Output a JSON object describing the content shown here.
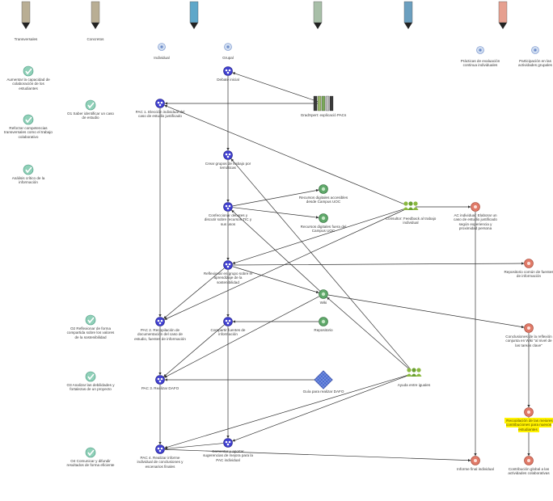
{
  "headers": [
    {
      "id": "h_trans",
      "text": "Transversales",
      "color": "#b9ae94"
    },
    {
      "id": "h_conc",
      "text": "Concretos",
      "color": "#b9ae94"
    },
    {
      "id": "h_ind",
      "text": "Individual",
      "color": "#5fa7c9"
    },
    {
      "id": "h_grup",
      "text": "Grupal",
      "color": "#5fa7c9"
    },
    {
      "id": "h_rec",
      "text": "",
      "color": "#a8bfa8"
    },
    {
      "id": "h_ayu",
      "text": "",
      "color": "#6b9fbf"
    },
    {
      "id": "h_eval1",
      "text": "Prácticas de evaluación continua individuales",
      "color": "#e6a090"
    },
    {
      "id": "h_eval2",
      "text": "Participación en las actividades grupales",
      "color": "#e6a090"
    }
  ],
  "nodes": [
    {
      "id": "t1",
      "kind": "check",
      "label": "Aumentar la capacidad de colaboración de los estudiantes"
    },
    {
      "id": "t2",
      "kind": "check",
      "label": "Reforzar competencias transversales como el trabajo colaborativo"
    },
    {
      "id": "t3",
      "kind": "check",
      "label": "Análisis crítico de la información"
    },
    {
      "id": "c1",
      "kind": "check",
      "label": "O1 Saber identificar un caso de estudio"
    },
    {
      "id": "c2",
      "kind": "check",
      "label": "O2 Reflexionar de forma compartida sobre los valores de la sostenibilidad"
    },
    {
      "id": "c3",
      "kind": "check",
      "label": "O3 Analizar las debilidades y fortalezas de un proyecto"
    },
    {
      "id": "c4",
      "kind": "check",
      "label": "O4 Comunicar y difundir resultados de forma eficiente"
    },
    {
      "id": "a_debate",
      "kind": "act",
      "label": "Debate inicial"
    },
    {
      "id": "a_pac1",
      "kind": "act",
      "label": "PAC 1. Elección individual del caso de estudio justificado"
    },
    {
      "id": "a_grupos",
      "kind": "act",
      "label": "Crear grupos de trabajo por temáticas"
    },
    {
      "id": "a_conf",
      "kind": "act",
      "label": "Confeccionar debates y discutir sobre recursos TIC y sus usos"
    },
    {
      "id": "a_refl",
      "kind": "act",
      "label": "Reflexionar en grupo sobre el aprendizaje de la sostenibilidad"
    },
    {
      "id": "a_pac2",
      "kind": "act",
      "label": "PAC 2. Recopilación de documentación del caso de estudio, fuentes de información"
    },
    {
      "id": "a_comp",
      "kind": "act",
      "label": "Compartir fuentes de información"
    },
    {
      "id": "a_pac3",
      "kind": "act",
      "label": "PAC 3. Realizar DAFO"
    },
    {
      "id": "a_coment",
      "kind": "act",
      "label": "Comentar y aportar sugerencias de mejora para la PAC individual"
    },
    {
      "id": "a_pac4",
      "kind": "act",
      "label": "PAC 4. Realizar informe individual de conclusiones y escenarios finales"
    },
    {
      "id": "r_gradoxert",
      "kind": "books",
      "label": "GradXpert: explicació PACs"
    },
    {
      "id": "r_rdig1",
      "kind": "res",
      "label": "Recursos digitales accesibles desde Campus UOC"
    },
    {
      "id": "r_rdig2",
      "kind": "res",
      "label": "Recursos digitales fuera del Campus UOC"
    },
    {
      "id": "r_wiki",
      "kind": "res",
      "label": "Wiki"
    },
    {
      "id": "r_repos",
      "kind": "res",
      "label": "Repositorio"
    },
    {
      "id": "r_dafo",
      "kind": "grid",
      "label": "Guía para realizar DAFO"
    },
    {
      "id": "g_cons",
      "kind": "people",
      "label": "Consultor: Feedback al trabajo individual"
    },
    {
      "id": "g_ayuda",
      "kind": "people",
      "label": "Ayuda entre iguales"
    },
    {
      "id": "e_ac",
      "kind": "eval",
      "label": "AC individual: Elaborar un caso de estudio justificado según experiencia y proximidad persona"
    },
    {
      "id": "e_repo",
      "kind": "eval",
      "label": "Repositorio común de fuentes de información"
    },
    {
      "id": "e_concl",
      "kind": "eval",
      "label": "Conclusiones de la reflexión conjunta en Wiki “al nivel de las tareas clave”"
    },
    {
      "id": "e_recop",
      "kind": "eval",
      "label": "Recopilación de las mejores contribuciones para nuevos estudiantes",
      "highlight": true
    },
    {
      "id": "e_inf",
      "kind": "eval",
      "label": "Informe final individual"
    },
    {
      "id": "e_contrib",
      "kind": "eval",
      "label": "Contribución global a las actividades colaborativas"
    }
  ],
  "edges": [
    [
      "r_gradoxert",
      "a_debate"
    ],
    [
      "r_gradoxert",
      "a_pac1"
    ],
    [
      "a_debate",
      "a_grupos"
    ],
    [
      "a_grupos",
      "a_conf"
    ],
    [
      "a_conf",
      "r_rdig1"
    ],
    [
      "a_conf",
      "r_rdig2"
    ],
    [
      "a_conf",
      "a_refl"
    ],
    [
      "a_refl",
      "a_comp"
    ],
    [
      "a_comp",
      "a_coment"
    ],
    [
      "a_pac1",
      "a_pac2"
    ],
    [
      "a_pac2",
      "a_pac3"
    ],
    [
      "a_pac3",
      "a_pac4"
    ],
    [
      "a_refl",
      "a_pac2"
    ],
    [
      "a_comp",
      "a_pac3"
    ],
    [
      "a_coment",
      "a_pac4"
    ],
    [
      "g_cons",
      "a_pac1"
    ],
    [
      "g_cons",
      "e_ac"
    ],
    [
      "g_cons",
      "a_refl"
    ],
    [
      "g_cons",
      "a_pac2"
    ],
    [
      "e_ac",
      "e_inf"
    ],
    [
      "a_refl",
      "e_repo"
    ],
    [
      "r_wiki",
      "a_conf"
    ],
    [
      "r_wiki",
      "a_pac3"
    ],
    [
      "r_wiki",
      "e_concl"
    ],
    [
      "r_repos",
      "a_comp"
    ],
    [
      "r_dafo",
      "a_pac3"
    ],
    [
      "g_ayuda",
      "a_grupos"
    ],
    [
      "g_ayuda",
      "a_pac4"
    ],
    [
      "g_ayuda",
      "r_wiki"
    ],
    [
      "g_ayuda",
      "a_coment"
    ],
    [
      "e_concl",
      "e_recop"
    ],
    [
      "e_recop",
      "e_contrib"
    ],
    [
      "a_pac4",
      "e_inf"
    ],
    [
      "a_refl",
      "r_wiki"
    ]
  ]
}
